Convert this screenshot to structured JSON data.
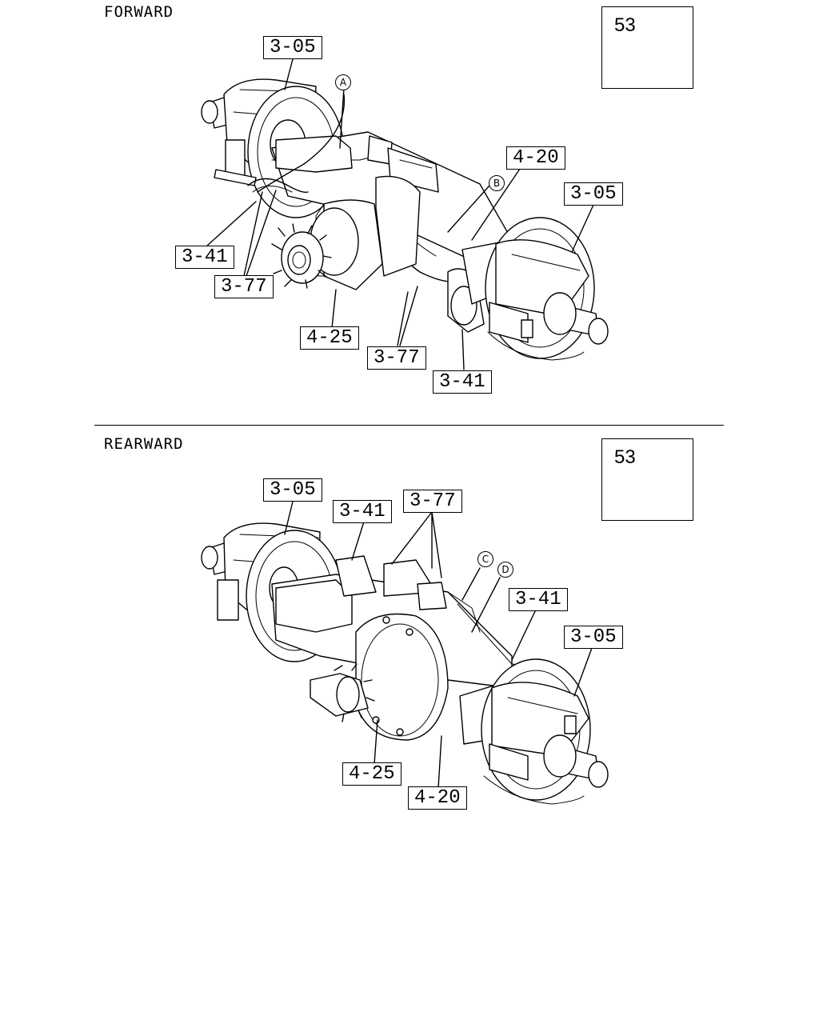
{
  "forward": {
    "title": "FORWARD",
    "inset_label": "53",
    "callouts": {
      "hub_left": "3-05",
      "housing": "4-20",
      "hub_right": "3-05",
      "line_left": "3-41",
      "clip_left": "3-77",
      "diff": "4-25",
      "clip_right": "3-77",
      "line_right": "3-41"
    },
    "refs": {
      "a": "A",
      "b": "B"
    }
  },
  "rearward": {
    "title": "REARWARD",
    "inset_label": "53",
    "callouts": {
      "hub_left": "3-05",
      "line_top": "3-41",
      "clips": "3-77",
      "line_right": "3-41",
      "hub_right": "3-05",
      "diff": "4-25",
      "housing": "4-20"
    },
    "refs": {
      "c": "C",
      "d": "D"
    }
  }
}
